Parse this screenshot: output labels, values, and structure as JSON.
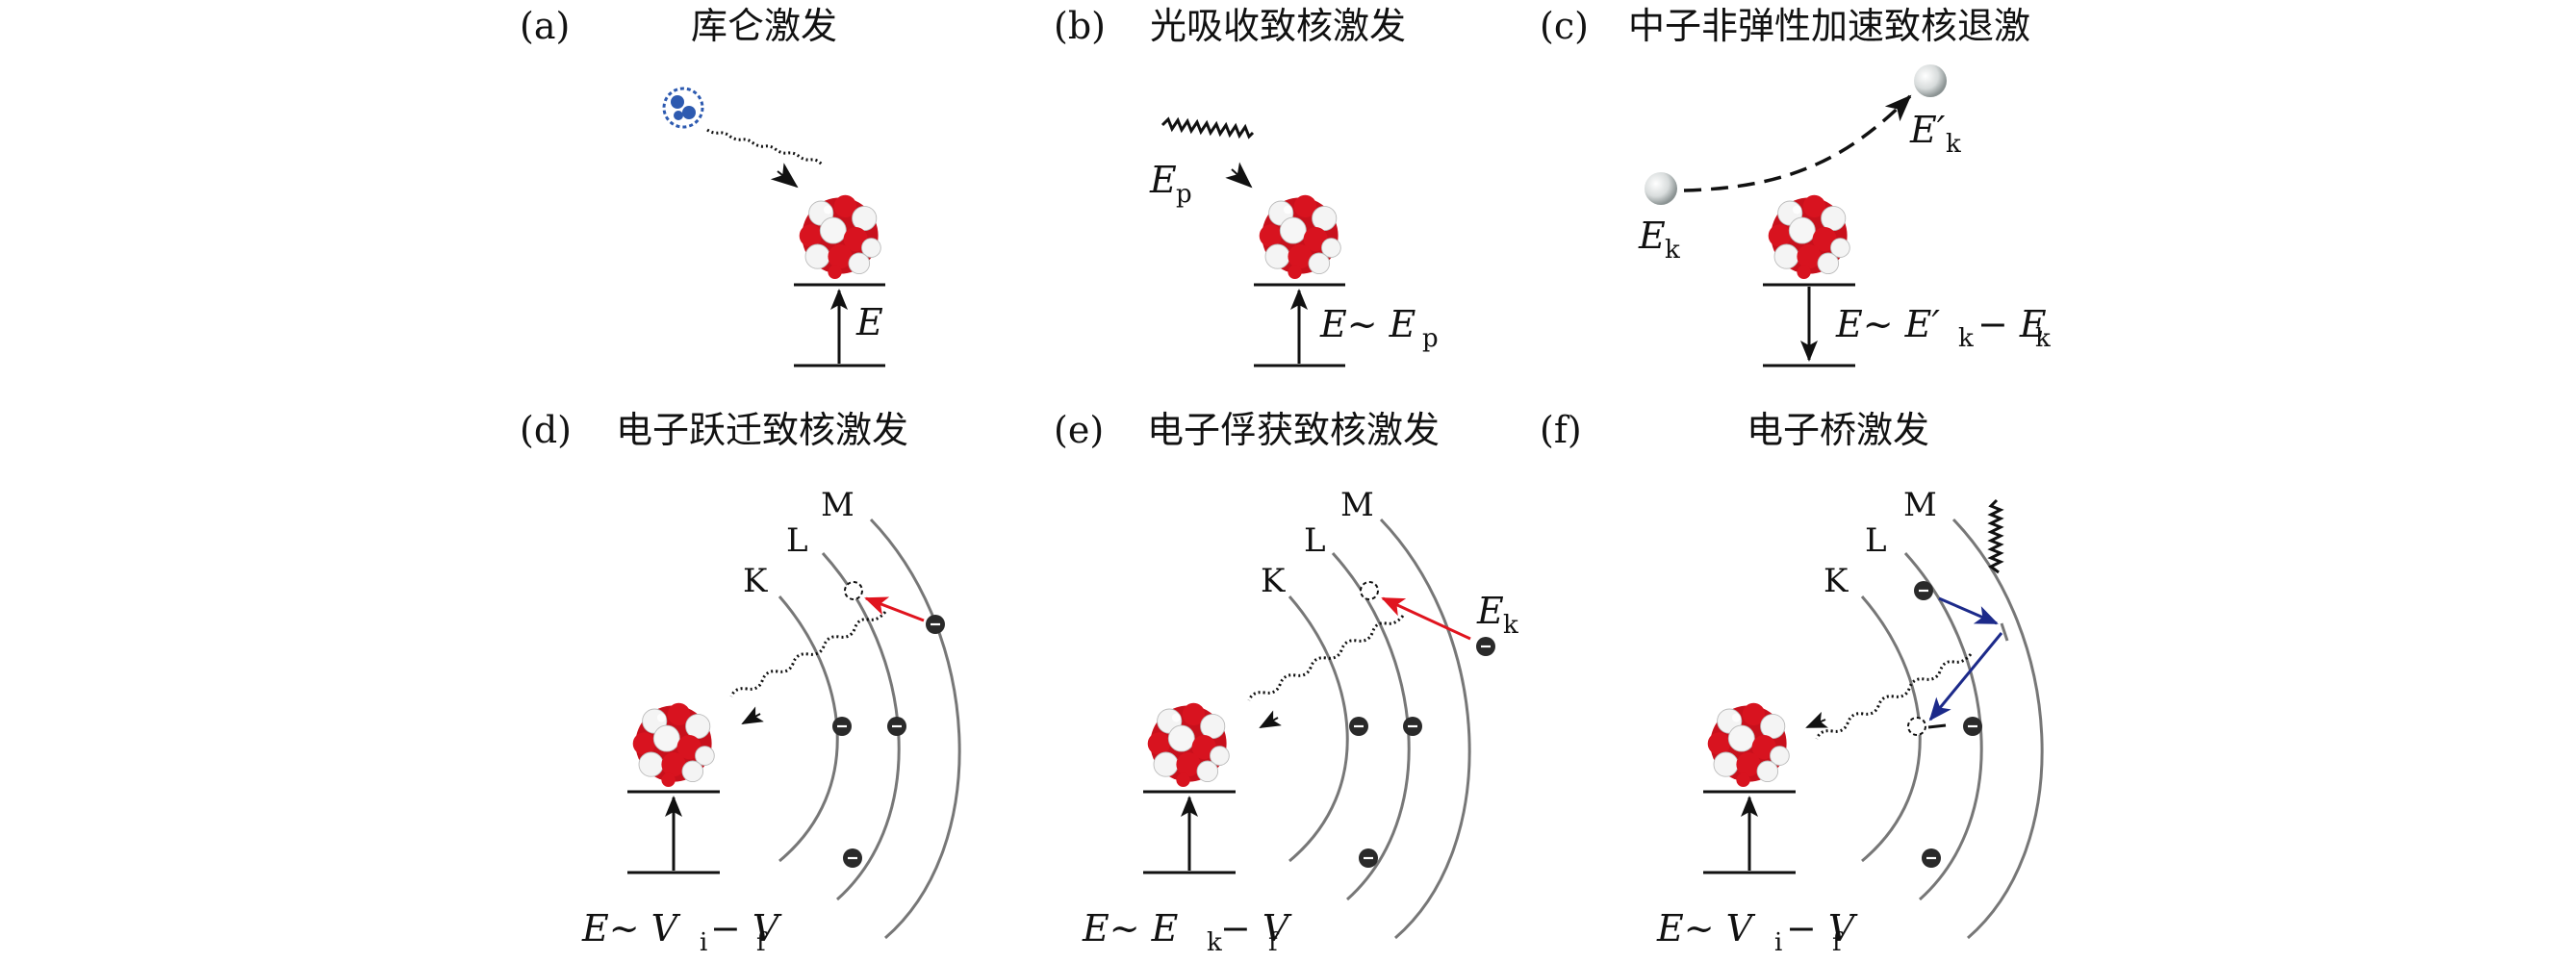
{
  "panels": [
    {
      "id": "a",
      "tag": "(a)",
      "title": "库仑激发"
    },
    {
      "id": "b",
      "tag": "(b)",
      "title": "光吸收致核激发"
    },
    {
      "id": "c",
      "tag": "(c)",
      "title": "中子非弹性加速致核退激"
    },
    {
      "id": "d",
      "tag": "(d)",
      "title": "电子跃迁致核激发"
    },
    {
      "id": "e",
      "tag": "(e)",
      "title": "电子俘获致核激发"
    },
    {
      "id": "f",
      "tag": "(f)",
      "title": "电子桥激发"
    }
  ],
  "labels": {
    "a": {
      "energy": "E"
    },
    "b": {
      "photon": "E",
      "photon_sub": "p",
      "energy": "E∼ E",
      "energy_sub": "p"
    },
    "c": {
      "in": "E",
      "in_sub": "k",
      "out": "E′",
      "out_sub": "k",
      "energy": "E∼ E′",
      "energy_sub1": "k",
      "energy_mid": "− E",
      "energy_sub2": "k"
    },
    "d": {
      "energy": "E∼ V",
      "sub1": "i",
      "mid": "− V",
      "sub2": "f"
    },
    "e": {
      "electron": "E",
      "electron_sub": "k",
      "energy": "E∼ E",
      "sub1": "k",
      "mid": "− V",
      "sub2": "f"
    },
    "f": {
      "energy": "E∼ V",
      "sub1": "i",
      "mid": "− V",
      "sub2": "f"
    }
  },
  "shells": {
    "K": "K",
    "L": "L",
    "M": "M"
  },
  "colors": {
    "nucleus_red": "#d4101f",
    "nucleus_white": "#f4f4f4",
    "arrow_red": "#e0141e",
    "arrow_blue": "#1c2a8a",
    "shell_gray": "#777777",
    "ink": "#111111",
    "projectile_blue": "#2d5ab0"
  }
}
